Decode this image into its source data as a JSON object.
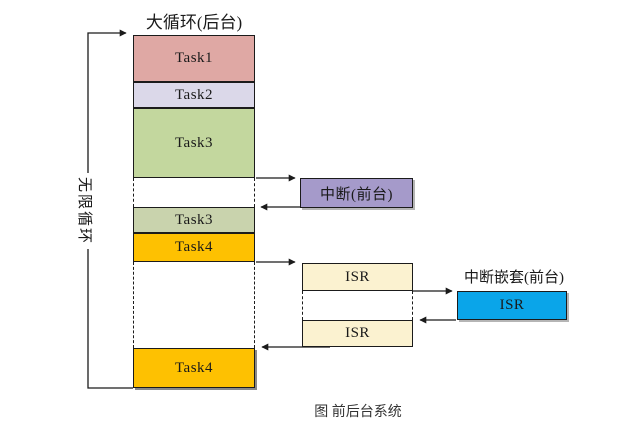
{
  "diagram": {
    "title": "大循环(后台)",
    "loop_label": "无限循环",
    "nested_interrupt_label": "中断嵌套(前台)",
    "caption_partial": "图 前后台系统",
    "background_column": {
      "tasks": [
        {
          "label": "Task1",
          "color": "#dfa8a4"
        },
        {
          "label": "Task2",
          "color": "#dbd8e9"
        },
        {
          "label": "Task3",
          "color": "#c3d79e"
        },
        {
          "label": "Task3",
          "color": "#c9d3ad"
        },
        {
          "label": "Task4",
          "color": "#fec101"
        },
        {
          "label": "Task4",
          "color": "#fec101"
        }
      ]
    },
    "interrupt_box": {
      "label": "中断(前台)",
      "color": "#a59aca"
    },
    "isr_boxes": [
      {
        "label": "ISR",
        "color": "#fbf2d0"
      },
      {
        "label": "ISR",
        "color": "#0aa5e9"
      },
      {
        "label": "ISR",
        "color": "#fbf2d0"
      }
    ],
    "colors": {
      "border": "#1b1b1b",
      "background": "#ffffff"
    }
  }
}
